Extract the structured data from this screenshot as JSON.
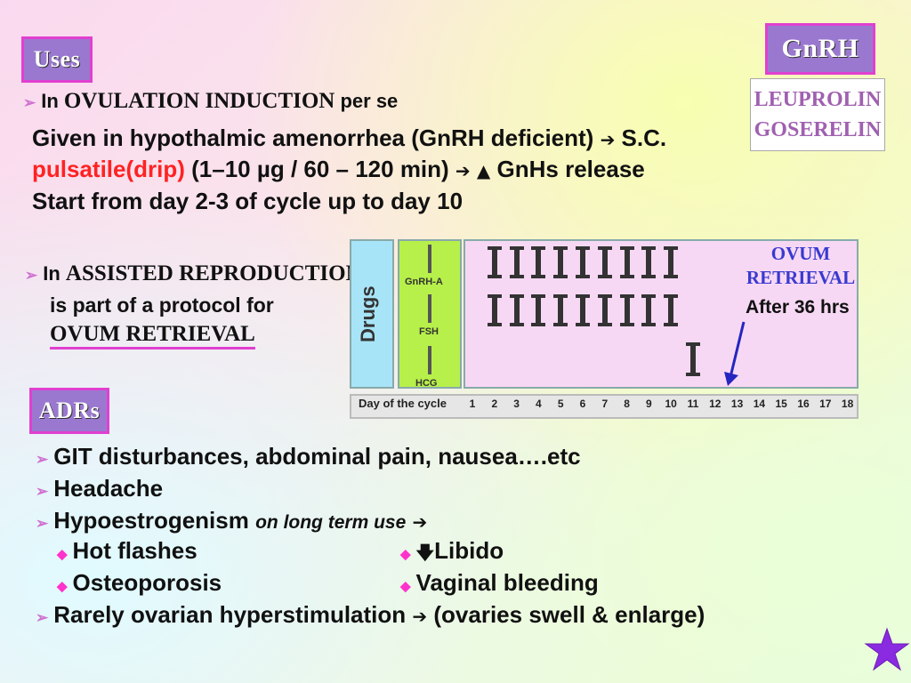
{
  "uses_title": "Uses",
  "gnrh_title": "GnRH",
  "drug_list": [
    "LEUPROLIN",
    "GOSERELIN"
  ],
  "ovulation": {
    "prefix": "In ",
    "heading": "OVULATION INDUCTION",
    "suffix": " per se",
    "line1": "Given in hypothalmic amenorrhea (GnRH deficient) ",
    "line1_end": " S.C.",
    "line2_red": "pulsatile(drip)",
    "line2_mid": " (1–10 µg / 60 – 120 min) ",
    "line2_end": " GnHs release",
    "line3": "Start from day 2-3 of cycle up to day 10"
  },
  "assisted": {
    "prefix": "In ",
    "heading": "ASSISTED REPRODUCTION",
    "line2": "is part of a protocol for",
    "line3": "OVUM RETRIEVAL"
  },
  "chart_labels": {
    "drugs": "Drugs",
    "gnrh_a": "GnRH-A",
    "fsh": "FSH",
    "hcg": "HCG",
    "axis": "Day of the cycle",
    "days": [
      "1",
      "2",
      "3",
      "4",
      "5",
      "6",
      "7",
      "8",
      "9",
      "10",
      "11",
      "12",
      "13",
      "14",
      "15",
      "16",
      "17",
      "18"
    ],
    "ovum_retrieval_1": "OVUM",
    "ovum_retrieval_2": "RETRIEVAL",
    "after": "After 36 hrs"
  },
  "chart_data": {
    "type": "table",
    "x": [
      1,
      2,
      3,
      4,
      5,
      6,
      7,
      8,
      9,
      10,
      11,
      12,
      13,
      14,
      15,
      16,
      17,
      18
    ],
    "series": [
      {
        "name": "GnRH-A",
        "days": [
          2,
          3,
          4,
          5,
          6,
          7,
          8,
          9,
          10
        ]
      },
      {
        "name": "FSH",
        "days": [
          2,
          3,
          4,
          5,
          6,
          7,
          8,
          9,
          10
        ]
      },
      {
        "name": "HCG",
        "days": [
          11
        ]
      }
    ],
    "xlabel": "Day of the cycle",
    "annotation": {
      "day": 12.5
    }
  },
  "adrs_title": "ADRs",
  "adrs": {
    "item1": "GIT disturbances, abdominal pain, nausea….etc",
    "item2": "Headache",
    "item3": "Hypoestrogenism ",
    "item3_italic": "on long term use",
    "hot": "Hot flashes",
    "libido": "Libido",
    "osteo": "Osteoporosis",
    "vaginal": "Vaginal bleeding",
    "item4": "Rarely ovarian hyperstimulation ",
    "item4_end": " (ovaries swell & enlarge)"
  },
  "colors": {
    "accent_pink": "#e040d0",
    "title_purple": "#9a78d0",
    "red": "#ff2222"
  },
  "icons": [
    "arrow-bullet-icon",
    "right-arrow-icon",
    "up-arrow-icon",
    "down-arrow-icon",
    "diamond-icon",
    "star-icon"
  ]
}
